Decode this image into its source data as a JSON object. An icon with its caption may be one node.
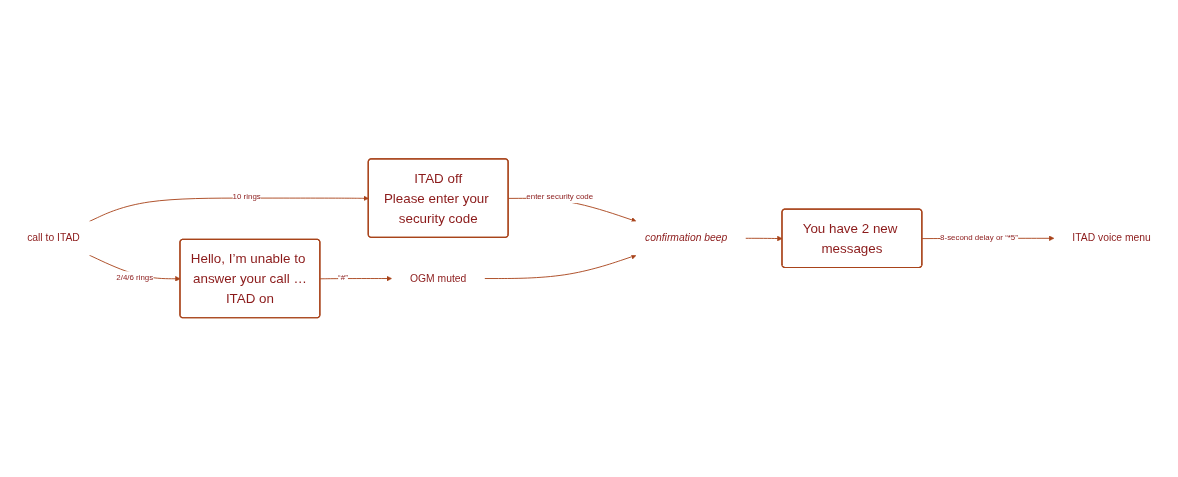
{
  "diagram": {
    "nodes": [
      {
        "text": [
          "call to ITAD"
        ]
      },
      {
        "text": [
          "ITAD off",
          "Please enter your security code"
        ]
      },
      {
        "text": [
          "Hello, I’m unable to answer your call …",
          "ITAD on"
        ]
      },
      {
        "text": [
          "OGM muted"
        ]
      },
      {
        "text": [
          "confirmation beep"
        ]
      },
      {
        "text": [
          "You have 2 new messages"
        ]
      },
      {
        "text": [
          "ITAD voice menu"
        ]
      }
    ],
    "edges": [
      {
        "from": 0,
        "to": 1,
        "arrow": "to",
        "label": "10 rings"
      },
      {
        "from": 0,
        "to": 2,
        "arrow": "to",
        "label": "2/4/6 rings"
      },
      {
        "from": 2,
        "to": 3,
        "arrow": "to",
        "label": "“#”"
      },
      {
        "from": 1,
        "to": 4,
        "arrow": "to",
        "label": "enter security code"
      },
      {
        "from": 3,
        "to": 4,
        "arrow": "to"
      },
      {
        "from": 4,
        "to": 5,
        "arrow": "to"
      },
      {
        "from": 5,
        "to": 6,
        "arrow": "to",
        "label": "8-second delay or “*5”"
      }
    ]
  }
}
